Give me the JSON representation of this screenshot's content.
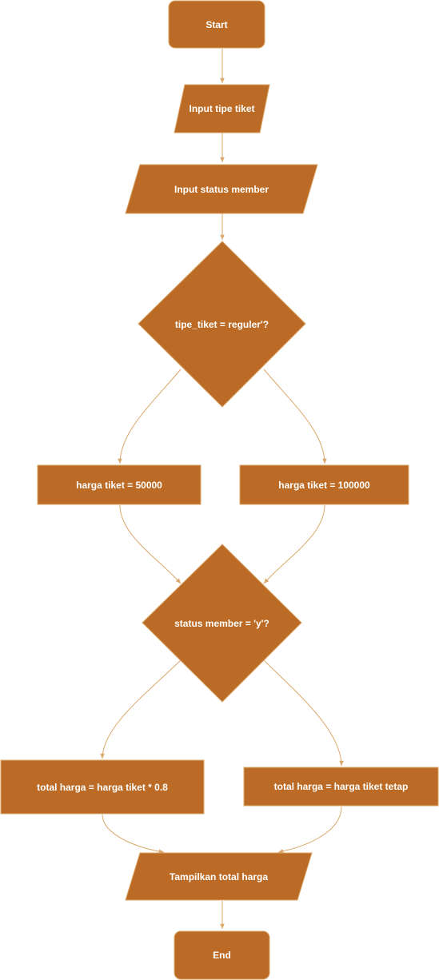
{
  "colors": {
    "fill": "#bb6b25",
    "stroke": "#d9a76a",
    "edge": "#dba86b",
    "text": "#ffffff"
  },
  "nodes": {
    "start": "Start",
    "input_tipe": "Input tipe tiket",
    "input_status": "Input status member",
    "decision_tipe": "tipe_tiket = reguler'?",
    "harga_50000": "harga tiket = 50000",
    "harga_100000": "harga tiket = 100000",
    "decision_member": "status member = 'y'?",
    "total_diskon": "total harga = harga tiket * 0.8",
    "total_tetap": "total harga = harga tiket tetap",
    "tampilkan": "Tampilkan total harga",
    "end": "End"
  }
}
